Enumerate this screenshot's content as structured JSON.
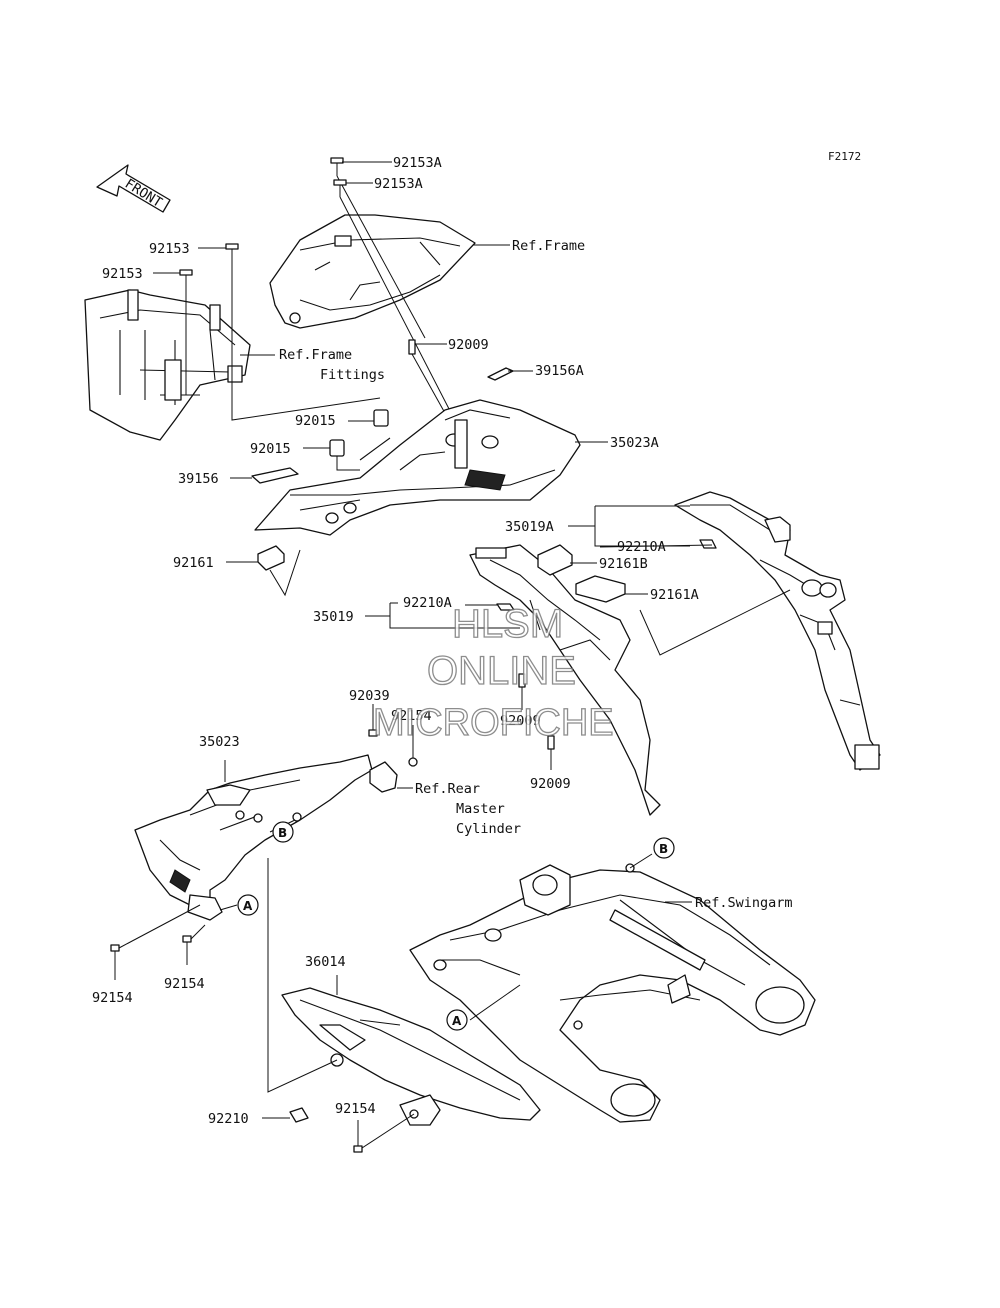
{
  "figure_id": "F2172",
  "front_arrow": "FRONT",
  "watermark": {
    "line1": "HLSM",
    "line2": "ONLINE",
    "line3": "MICROFICHE"
  },
  "labels": {
    "l_92153a_1": "92153A",
    "l_92153a_2": "92153A",
    "l_ref_frame": "Ref.Frame",
    "l_92153_1": "92153",
    "l_92153_2": "92153",
    "l_ref_frame_fittings_1": "Ref.Frame",
    "l_ref_frame_fittings_2": "Fittings",
    "l_92009_1": "92009",
    "l_39156a": "39156A",
    "l_92015_1": "92015",
    "l_92015_2": "92015",
    "l_35023a": "35023A",
    "l_39156": "39156",
    "l_35019a": "35019A",
    "l_92210a_1": "92210A",
    "l_92161": "92161",
    "l_92161b": "92161B",
    "l_92161a": "92161A",
    "l_92210a_2": "92210A",
    "l_35019": "35019",
    "l_92039": "92039",
    "l_92154_1": "92154",
    "l_92009_2": "92009",
    "l_35023": "35023",
    "l_ref_rear_1": "Ref.Rear",
    "l_ref_rear_2": "Master",
    "l_ref_rear_3": "Cylinder",
    "l_92009_3": "92009",
    "l_ref_swingarm": "Ref.Swingarm",
    "l_36014": "36014",
    "l_92154_2": "92154",
    "l_92154_3": "92154",
    "l_92154_4": "92154",
    "l_92210": "92210"
  },
  "callouts": {
    "a": "A",
    "b": "B"
  }
}
